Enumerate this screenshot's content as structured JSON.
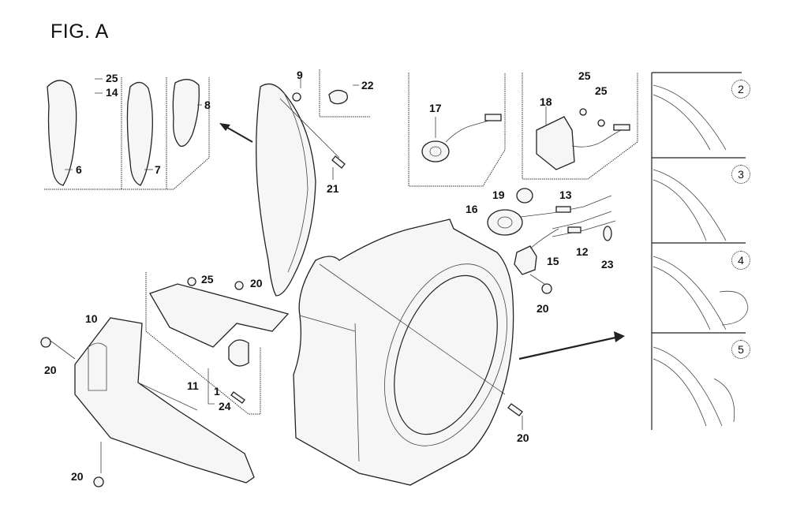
{
  "figure": {
    "title": "FIG. A"
  },
  "callouts": [
    {
      "id": "c25a",
      "text": "25"
    },
    {
      "id": "c14",
      "text": "14"
    },
    {
      "id": "c6",
      "text": "6"
    },
    {
      "id": "c7",
      "text": "7"
    },
    {
      "id": "c8",
      "text": "8"
    },
    {
      "id": "c9",
      "text": "9"
    },
    {
      "id": "c22",
      "text": "22"
    },
    {
      "id": "c21",
      "text": "21"
    },
    {
      "id": "c17",
      "text": "17"
    },
    {
      "id": "c18",
      "text": "18"
    },
    {
      "id": "c25b",
      "text": "25"
    },
    {
      "id": "c25c",
      "text": "25"
    },
    {
      "id": "c19",
      "text": "19"
    },
    {
      "id": "c13",
      "text": "13"
    },
    {
      "id": "c16",
      "text": "16"
    },
    {
      "id": "c15",
      "text": "15"
    },
    {
      "id": "c12",
      "text": "12"
    },
    {
      "id": "c23",
      "text": "23"
    },
    {
      "id": "c20a",
      "text": "20"
    },
    {
      "id": "c25d",
      "text": "25"
    },
    {
      "id": "c20b",
      "text": "20"
    },
    {
      "id": "c10",
      "text": "10"
    },
    {
      "id": "c20c",
      "text": "20"
    },
    {
      "id": "c11",
      "text": "11"
    },
    {
      "id": "c1",
      "text": "1"
    },
    {
      "id": "c24",
      "text": "24"
    },
    {
      "id": "c20d",
      "text": "20"
    },
    {
      "id": "c20e",
      "text": "20"
    }
  ],
  "variants": [
    {
      "id": "v2",
      "text": "2"
    },
    {
      "id": "v3",
      "text": "3"
    },
    {
      "id": "v4",
      "text": "4"
    },
    {
      "id": "v5",
      "text": "5"
    }
  ]
}
